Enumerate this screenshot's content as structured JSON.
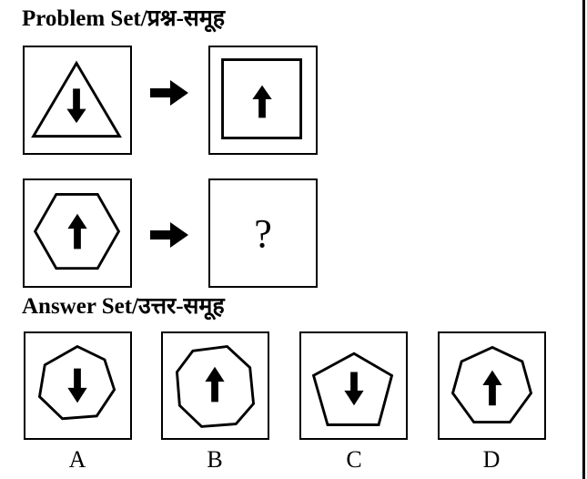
{
  "problem_heading": "Problem Set/प्रश्न-समूह",
  "answer_heading": "Answer Set/उत्तर-समूह",
  "problem_figures": [
    {
      "outer": "square",
      "inner": "triangle",
      "arrow": "down"
    },
    {
      "outer": "square",
      "inner": "square",
      "arrow": "up"
    },
    {
      "outer": "square",
      "inner": "hexagon",
      "arrow": "up"
    },
    {
      "outer": "square",
      "inner": "unknown",
      "arrow": "none",
      "text": "?"
    }
  ],
  "answer_options": [
    {
      "label": "A",
      "inner": "heptagon",
      "arrow": "down"
    },
    {
      "label": "B",
      "inner": "octagon",
      "arrow": "up"
    },
    {
      "label": "C",
      "inner": "pentagon",
      "arrow": "down"
    },
    {
      "label": "D",
      "inner": "heptagon",
      "arrow": "up"
    }
  ],
  "icons": [
    "right-arrow-icon",
    "up-arrow-icon",
    "down-arrow-icon"
  ]
}
